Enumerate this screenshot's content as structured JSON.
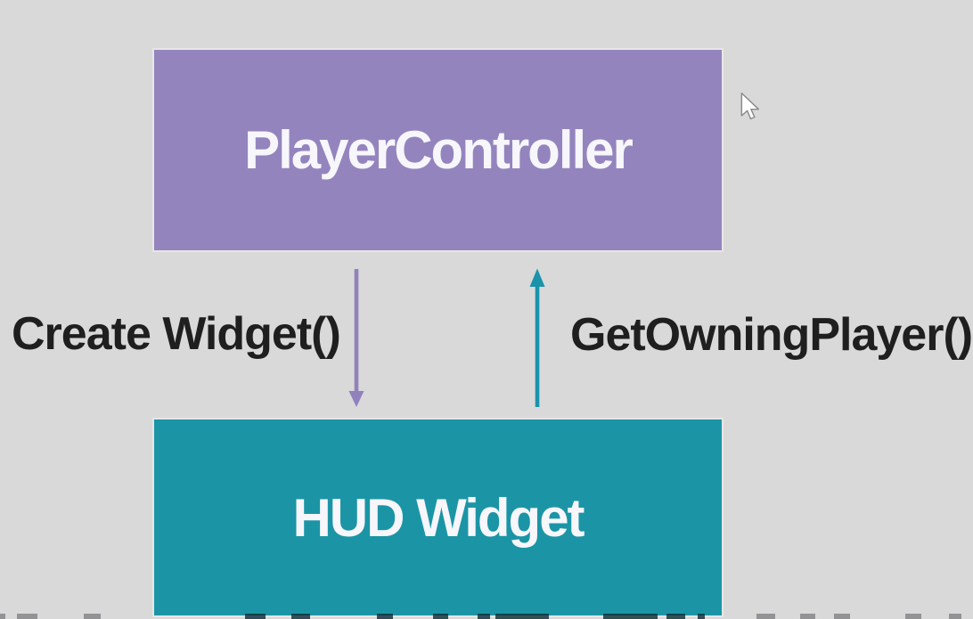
{
  "diagram": {
    "nodes": {
      "player_controller": {
        "label": "PlayerController"
      },
      "hud_widget": {
        "label": "HUD Widget"
      }
    },
    "edges": {
      "create_widget": {
        "label": "Create Widget()",
        "direction": "down",
        "from": "PlayerController",
        "to": "HUD Widget"
      },
      "get_owning_player": {
        "label": "GetOwningPlayer()",
        "direction": "up",
        "from": "HUD Widget",
        "to": "PlayerController"
      }
    },
    "colors": {
      "background": "#d9d9d9",
      "player_controller_fill": "#9484be",
      "hud_widget_fill": "#1b95a6",
      "create_widget_arrow": "#9181bd",
      "get_owning_player_arrow": "#1b93ab",
      "node_text": "#f7f6fb",
      "label_text": "#1f1f1f"
    },
    "cursor": {
      "type": "arrow-pointer"
    }
  }
}
